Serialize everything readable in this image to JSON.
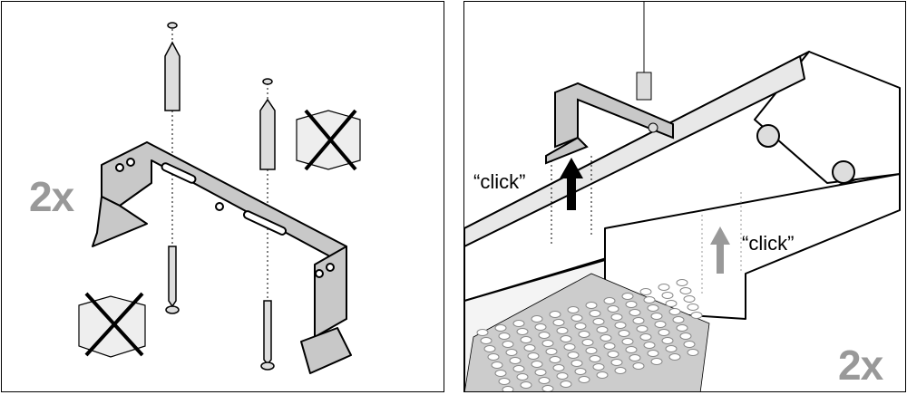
{
  "left_panel": {
    "quantity_label": "2x"
  },
  "right_panel": {
    "click_label_1": "“click”",
    "click_label_2": "“click”",
    "quantity_label": "2x"
  },
  "colors": {
    "metal": "#c8c8c8",
    "label_gray": "#999999",
    "arrow_black": "#000000",
    "arrow_gray": "#999999"
  }
}
